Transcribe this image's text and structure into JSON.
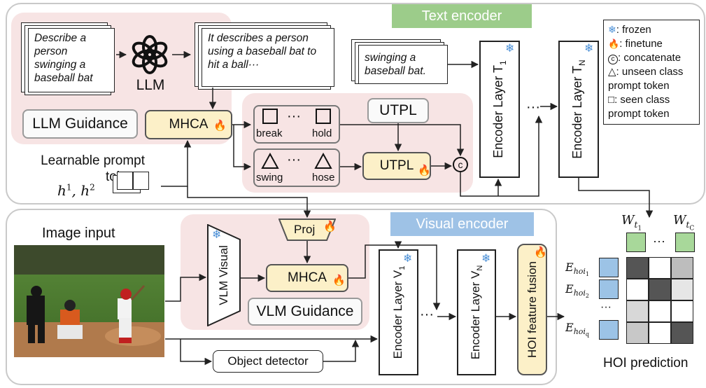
{
  "text_encoder": {
    "header": "Text encoder",
    "layer_first": "Encoder Layer T",
    "layer_first_sub": "1",
    "layer_last": "Encoder Layer T",
    "layer_last_sub": "N",
    "ellipsis": "···",
    "input_text": "swinging a baseball bat."
  },
  "llm_guidance": {
    "prompt_text": "Describe a person swinging a baseball bat",
    "llm_label": "LLM",
    "output_text": "It describes a person using a baseball bat to hit a ball···",
    "mhca_label": "MHCA",
    "title": "LLM Guidance"
  },
  "utpl": {
    "title": "UTPL",
    "seen_left": "break",
    "seen_right": "hold",
    "unseen_left": "swing",
    "unseen_right": "hose",
    "module_label": "UTPL",
    "dots": "···",
    "concat_symbol": "c"
  },
  "prompt_tokens": {
    "label": "Learnable prompt tokens",
    "math_base": "h",
    "sup1": "1",
    "sup2": "2"
  },
  "visual_encoder": {
    "header": "Visual encoder",
    "image_label": "Image input",
    "vlm_visual": "VLM Visual",
    "proj": "Proj",
    "mhca_label": "MHCA",
    "vlm_guidance": "VLM Guidance",
    "object_detector": "Object detector",
    "layer_first": "Encoder Layer V",
    "layer_first_sub": "1",
    "layer_last": "Encoder Layer V",
    "layer_last_sub": "N",
    "ellipsis": "···",
    "fusion": "HOI feature fusion"
  },
  "legend": {
    "frozen": ": frozen",
    "finetune": ": finetune",
    "concatenate": ": concatenate",
    "unseen": ": unseen class prompt token",
    "seen": ": seen class prompt token"
  },
  "hoi_prediction": {
    "title": "HOI prediction",
    "w_base": "W",
    "w1_sub": "t",
    "w1_subsub": "1",
    "wc_sub": "t",
    "wc_subsub": "C",
    "e_base": "E",
    "e1_sub": "hoi",
    "e1_subsub": "1",
    "e2_sub": "hoi",
    "e2_subsub": "2",
    "eq_sub": "hoi",
    "eq_subsub": "q",
    "dots_h": "···",
    "dots_v": "···",
    "matrix": [
      [
        "#555555",
        "#ffffff",
        "#bdbdbd"
      ],
      [
        "#ffffff",
        "#555555",
        "#e6e6e6"
      ],
      [
        "#d8d8d8",
        "#ffffff",
        "#ffffff"
      ],
      [
        "#c8c8c8",
        "#ffffff",
        "#555555"
      ]
    ]
  },
  "colors": {
    "text_header": "#9ccc8a",
    "visual_header": "#9ec2e6",
    "pink": "#f7e4e4",
    "yellow": "#fcf0c8",
    "green_token": "#a8d89a",
    "blue_token": "#9cc3e6"
  }
}
